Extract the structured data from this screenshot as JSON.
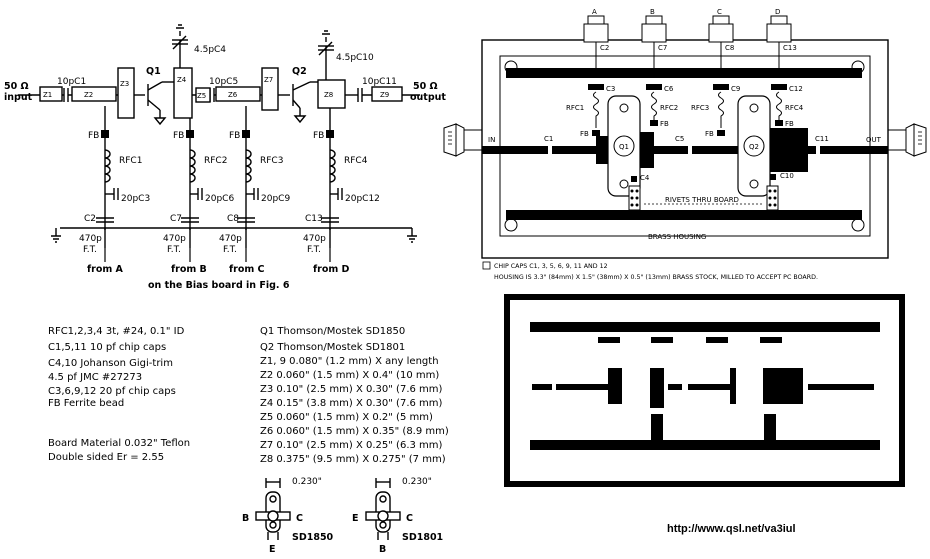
{
  "schematic": {
    "left_port": {
      "line1": "50 Ω",
      "line2": "input"
    },
    "right_port": {
      "line1": "50 Ω",
      "line2": "output"
    },
    "q1": "Q1",
    "q2": "Q2",
    "caps": {
      "c1": "10pC1",
      "c4": "4.5pC4",
      "c5": "10pC5",
      "c10": "4.5pC10",
      "c11": "10pC11",
      "c3": "20pC3",
      "c6": "20pC6",
      "c9": "20pC9",
      "c12": "20pC12",
      "c2": "C2",
      "c7": "C7",
      "c8": "C8",
      "c13": "C13"
    },
    "zlabels": {
      "z1": "Z1",
      "z2": "Z2",
      "z3": "Z3",
      "z4": "Z4",
      "z5": "Z5",
      "z6": "Z6",
      "z7": "Z7",
      "z8": "Z8",
      "z9": "Z9"
    },
    "fb": "FB",
    "rfc": {
      "rfc1": "RFC1",
      "rfc2": "RFC2",
      "rfc3": "RFC3",
      "rfc4": "RFC4"
    },
    "ft": {
      "value": "470p",
      "label": "F.T."
    },
    "from": {
      "a": "from A",
      "b": "from B",
      "c": "from C",
      "d": "from D"
    },
    "bias_note": "on the Bias board in Fig. 6"
  },
  "parts_left": [
    "RFC1,2,3,4  3t, #24, 0.1\" ID",
    "C1,5,11   10 pf chip caps",
    "C4,10  Johanson Gigi-trim",
    "4.5 pf JMC #27273",
    "C3,6,9,12   20 pf chip caps",
    "FB  Ferrite bead"
  ],
  "board_info": [
    "Board Material  0.032\" Teflon",
    "Double sided  Er = 2.55"
  ],
  "parts_right": [
    "Q1  Thomson/Mostek SD1850",
    "Q2  Thomson/Mostek SD1801",
    "Z1, 9  0.080\" (1.2 mm) X any length",
    "Z2  0.060\" (1.5 mm) X 0.4\" (10 mm)",
    "Z3  0.10\" (2.5 mm) X 0.30\" (7.6 mm)",
    "Z4  0.15\" (3.8 mm) X 0.30\" (7.6 mm)",
    "Z5  0.060\" (1.5 mm) X 0.2\" (5 mm)",
    "Z6  0.060\" (1.5 mm) X 0.35\" (8.9 mm)",
    "Z7  0.10\" (2.5 mm) X 0.25\" (6.3 mm)",
    "Z8  0.375\" (9.5 mm) X 0.275\" (7 mm)"
  ],
  "transistors": {
    "dim": "0.230\"",
    "sd1850": {
      "name": "SD1850",
      "left": "B",
      "right": "C",
      "bottom": "E"
    },
    "sd1801": {
      "name": "SD1801",
      "left": "E",
      "right": "C",
      "bottom": "B"
    }
  },
  "housing": {
    "ports": [
      "A",
      "B",
      "C",
      "D"
    ],
    "top_caps": [
      "C2",
      "C7",
      "C8",
      "C13"
    ],
    "feed_caps": [
      "C3",
      "C6",
      "C9",
      "C12"
    ],
    "rfc": [
      "RFC1",
      "RFC2",
      "RFC3",
      "RFC4"
    ],
    "fb": "FB",
    "caps": {
      "c1": "C1",
      "c5": "C5",
      "c11": "C11",
      "c4": "C4",
      "c10": "C10"
    },
    "q1": "Q1",
    "q2": "Q2",
    "in_label": "IN",
    "out_label": "OUT",
    "rivets": "RIVETS THRU BOARD",
    "brass": "BRASS HOUSING",
    "note1": "CHIP CAPS  C1, 3, 5, 6, 9, 11 AND 12",
    "note2": "HOUSING IS 3.3\" (84mm) X 1.5\" (38mm) X 0.5\" (13mm) BRASS STOCK, MILLED TO ACCEPT PC BOARD."
  },
  "url": "http://www.qsl.net/va3iul"
}
